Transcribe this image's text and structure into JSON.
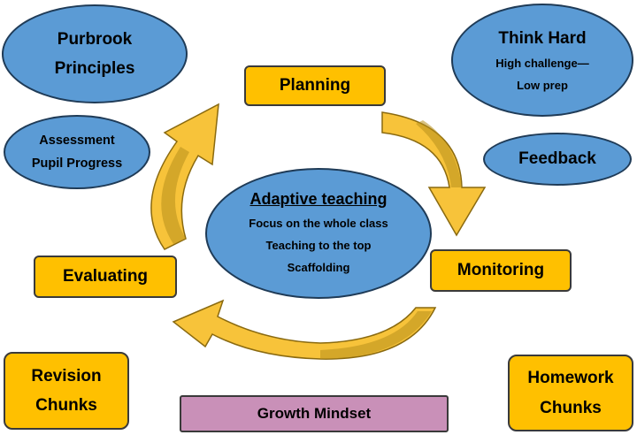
{
  "center": {
    "title": "Adaptive teaching",
    "lines": [
      "Focus on the whole class",
      "Teaching to the top",
      "Scaffolding"
    ]
  },
  "cycle": {
    "planning": "Planning",
    "monitoring": "Monitoring",
    "evaluating": "Evaluating"
  },
  "ellipses": {
    "purbrook": [
      "Purbrook",
      "Principles"
    ],
    "assessment": [
      "Assessment",
      "Pupil Progress"
    ],
    "think_hard": {
      "title": "Think Hard",
      "lines": [
        "High challenge—",
        "Low prep"
      ]
    },
    "feedback": "Feedback"
  },
  "corners": {
    "revision": [
      "Revision",
      "Chunks"
    ],
    "homework": [
      "Homework",
      "Chunks"
    ],
    "growth_mindset": "Growth Mindset"
  },
  "colors": {
    "ellipse_fill": "#5b9bd5",
    "box_fill": "#ffc000",
    "mindset_fill": "#c990b8",
    "arrow_fill": "#f7c33a",
    "arrow_shade": "#b8901c"
  },
  "icons": [
    "curved-arrow-icon"
  ]
}
